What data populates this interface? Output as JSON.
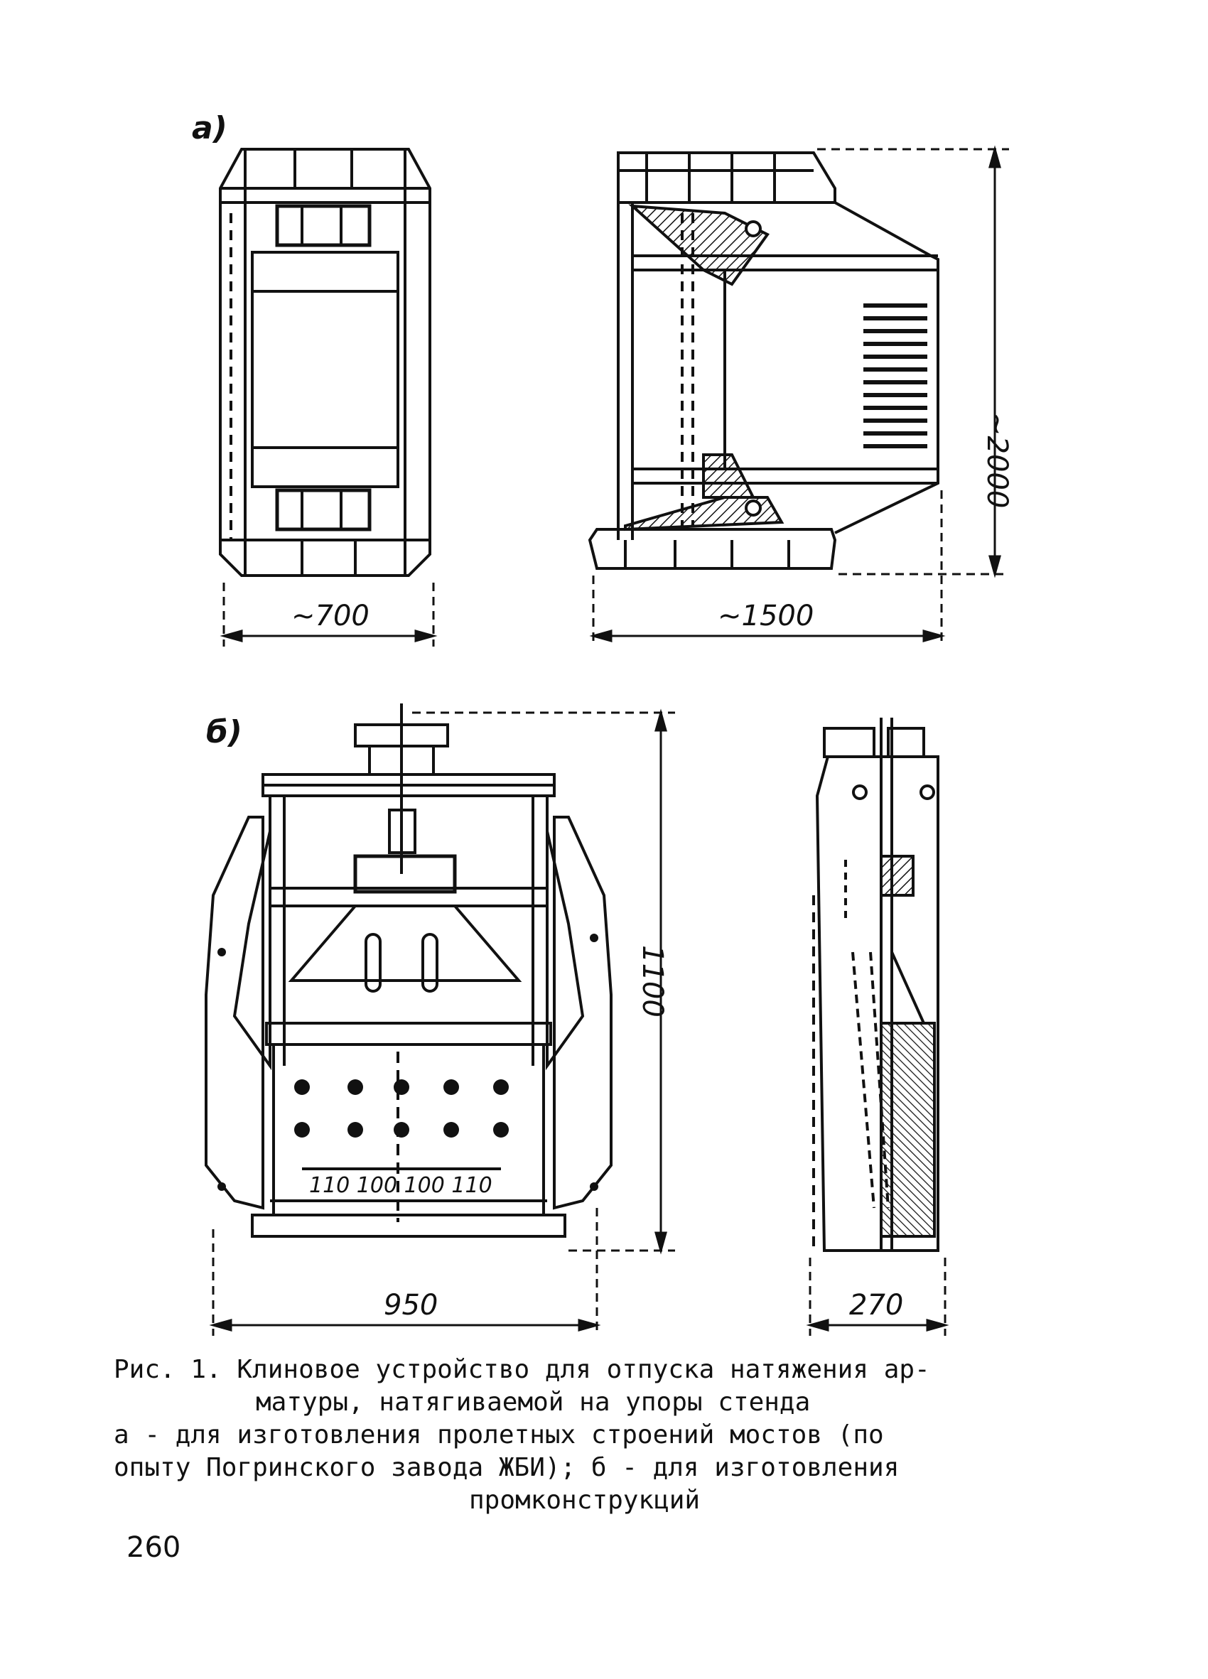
{
  "figure": {
    "part_a_label": "а)",
    "part_b_label": "б)",
    "dimensions": {
      "a_front_width": "~700",
      "a_side_width": "~1500",
      "a_height": "~2000",
      "b_front_width": "950",
      "b_side_width": "270",
      "b_height": "1100",
      "b_spacing": "110 100 100 110"
    }
  },
  "caption": {
    "line1": "Рис. 1. Клиновое устройство для отпуска натяжения ар-",
    "line2": "матуры, натягиваемой на упоры стенда",
    "line3": "а - для изготовления пролетных строений мостов  (по",
    "line4": "опыту Погринского завода ЖБИ); б - для изготовления",
    "line5": "промконструкций"
  },
  "page_number": "260"
}
